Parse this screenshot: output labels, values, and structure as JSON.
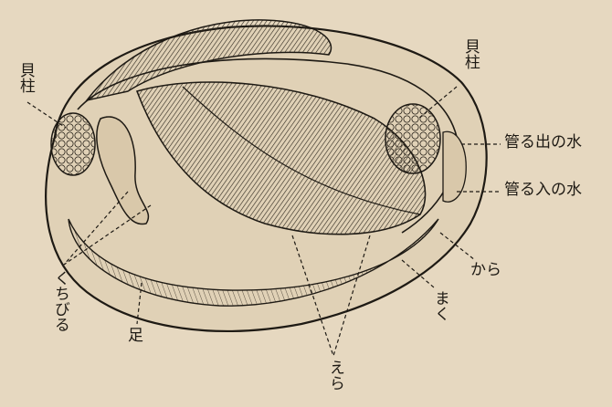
{
  "labels": {
    "adductor_left": "貝柱",
    "adductor_right": "貝柱",
    "excurrent_siphon": "管る出の水",
    "incurrent_siphon": "管る入の水",
    "shell": "から",
    "mantle": "まく",
    "lips": "くちびる",
    "foot": "足",
    "gills": "えら"
  },
  "colors": {
    "paper": "#e6d8c0",
    "ink": "#1e1a14"
  }
}
